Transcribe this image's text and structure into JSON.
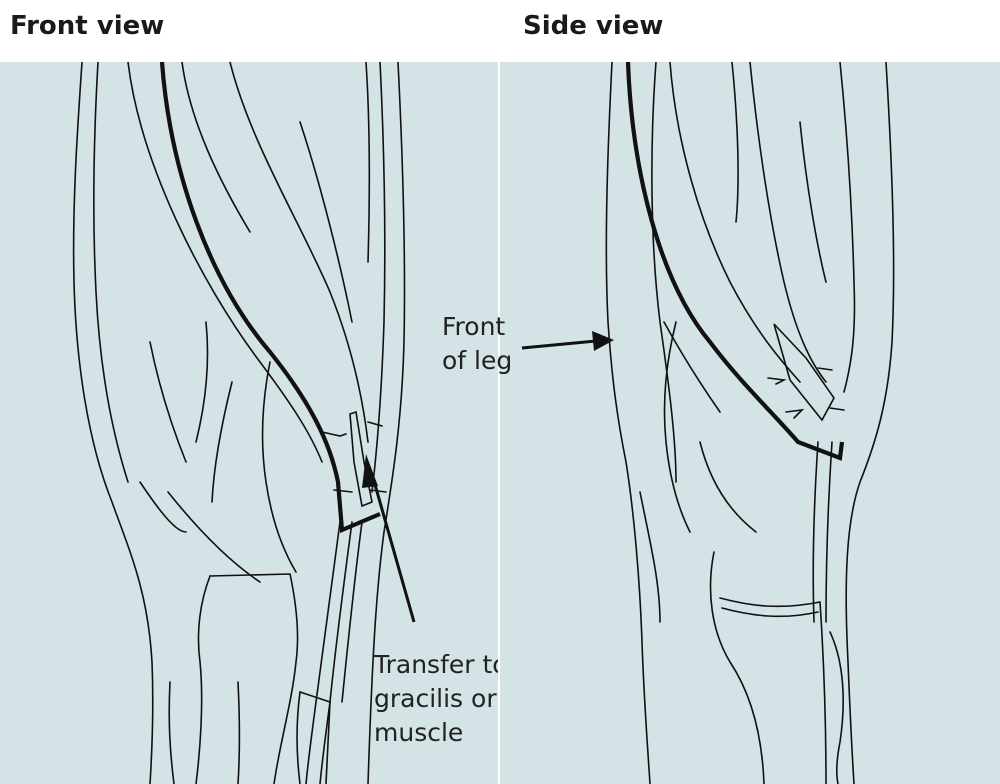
{
  "panels": {
    "front": {
      "title": "Front view"
    },
    "side": {
      "title": "Side view"
    }
  },
  "annotations": {
    "front_of_leg": [
      "Front",
      "of leg"
    ],
    "transfer": [
      "Transfer to",
      "gracilis or sartorius",
      "muscle"
    ]
  },
  "colors": {
    "panel_background": "#d3e3e6",
    "line": "#111111",
    "text": "#222222"
  }
}
